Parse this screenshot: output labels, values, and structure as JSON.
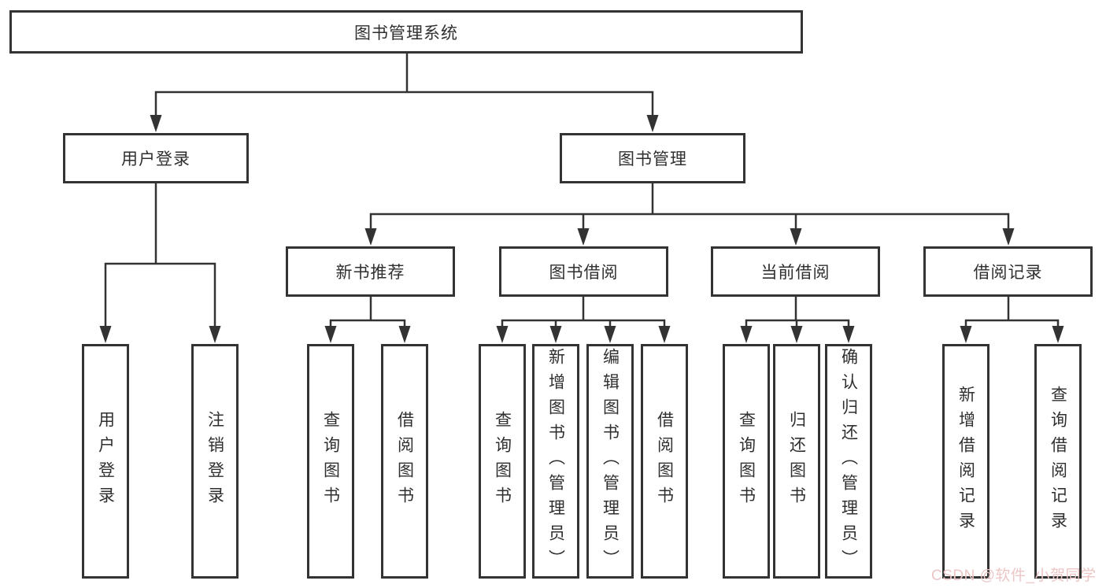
{
  "tree": {
    "root": {
      "label": "图书管理系统"
    },
    "branches": [
      {
        "label": "用户登录",
        "children": [
          {
            "label": "用户登录"
          },
          {
            "label": "注销登录"
          }
        ]
      },
      {
        "label": "图书管理",
        "children": [
          {
            "label": "新书推荐",
            "children": [
              {
                "label": "查询图书"
              },
              {
                "label": "借阅图书"
              }
            ]
          },
          {
            "label": "图书借阅",
            "children": [
              {
                "label": "查询图书"
              },
              {
                "label": "新增图书（管理员）"
              },
              {
                "label": "编辑图书（管理员）"
              },
              {
                "label": "借阅图书"
              }
            ]
          },
          {
            "label": "当前借阅",
            "children": [
              {
                "label": "查询图书"
              },
              {
                "label": "归还图书"
              },
              {
                "label": "确认归还（管理员）"
              }
            ]
          },
          {
            "label": "借阅记录",
            "children": [
              {
                "label": "新增借阅记录"
              },
              {
                "label": "查询借阅记录"
              }
            ]
          }
        ]
      }
    ]
  },
  "watermark": {
    "text": "CSDN @软件_小贺同学",
    "color": "#ecc6c6"
  },
  "colors": {
    "line": "#333333",
    "box_border": "#333333",
    "text": "#2f2f2f",
    "background": "#ffffff"
  }
}
